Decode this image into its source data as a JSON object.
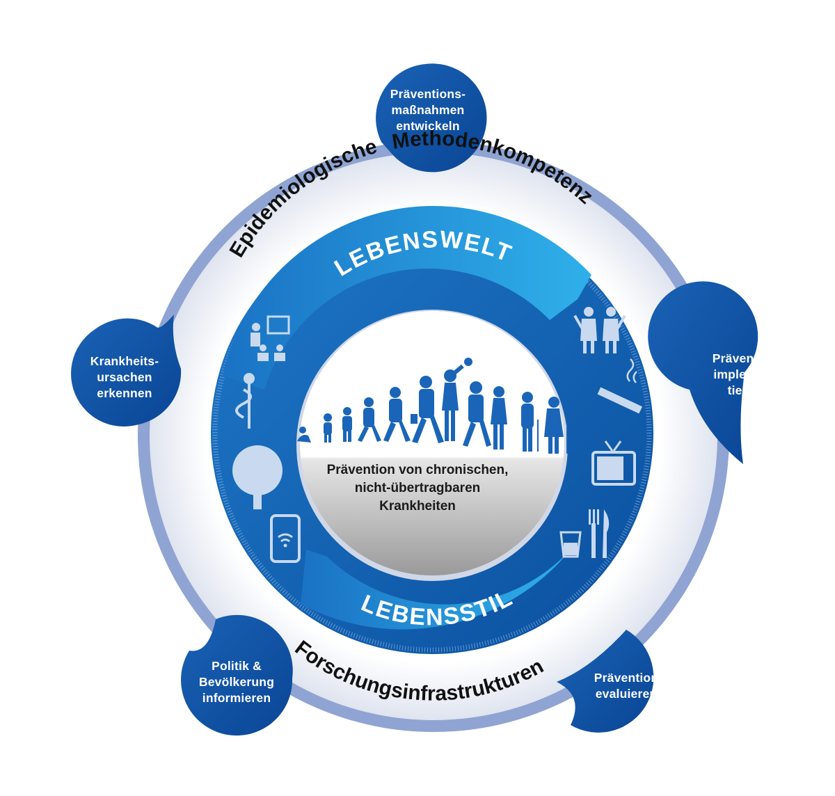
{
  "outer_ring": {
    "top_left_text": "Epidemiologische",
    "top_right_text": "Methodenkompetenz",
    "bottom_text": "Forschungsinfrastrukturen"
  },
  "inner_ring": {
    "top_label": "LEBENSWELT",
    "bottom_label": "LEBENSSTIL"
  },
  "center": {
    "lines": [
      "Prävention von chronischen,",
      "nicht-übertragbaren",
      "Krankheiten"
    ]
  },
  "steps": [
    {
      "lines": [
        "Präventions-",
        "maßnahmen",
        "entwickeln"
      ]
    },
    {
      "lines": [
        "Prävention",
        "implemen-",
        "tieren"
      ]
    },
    {
      "lines": [
        "Prävention",
        "evaluieren"
      ]
    },
    {
      "lines": [
        "Politik &",
        "Bevölkerung",
        "informieren"
      ]
    },
    {
      "lines": [
        "Krankheits-",
        "ursachen",
        "erkennen"
      ]
    }
  ],
  "icons": {
    "lebenswelt": [
      "classroom-icon",
      "medical-staff-icon",
      "tree-icon",
      "smartphone-wifi-icon"
    ],
    "lebensstil": [
      "playing-children-icon",
      "cigarette-icon",
      "television-icon",
      "food-drink-icon"
    ]
  },
  "colors": {
    "dark_blue": "#0a4f9e",
    "mid_blue": "#1a6cc0",
    "light_blue": "#2aa3e3",
    "outer_ring": "#8fa4d2"
  }
}
